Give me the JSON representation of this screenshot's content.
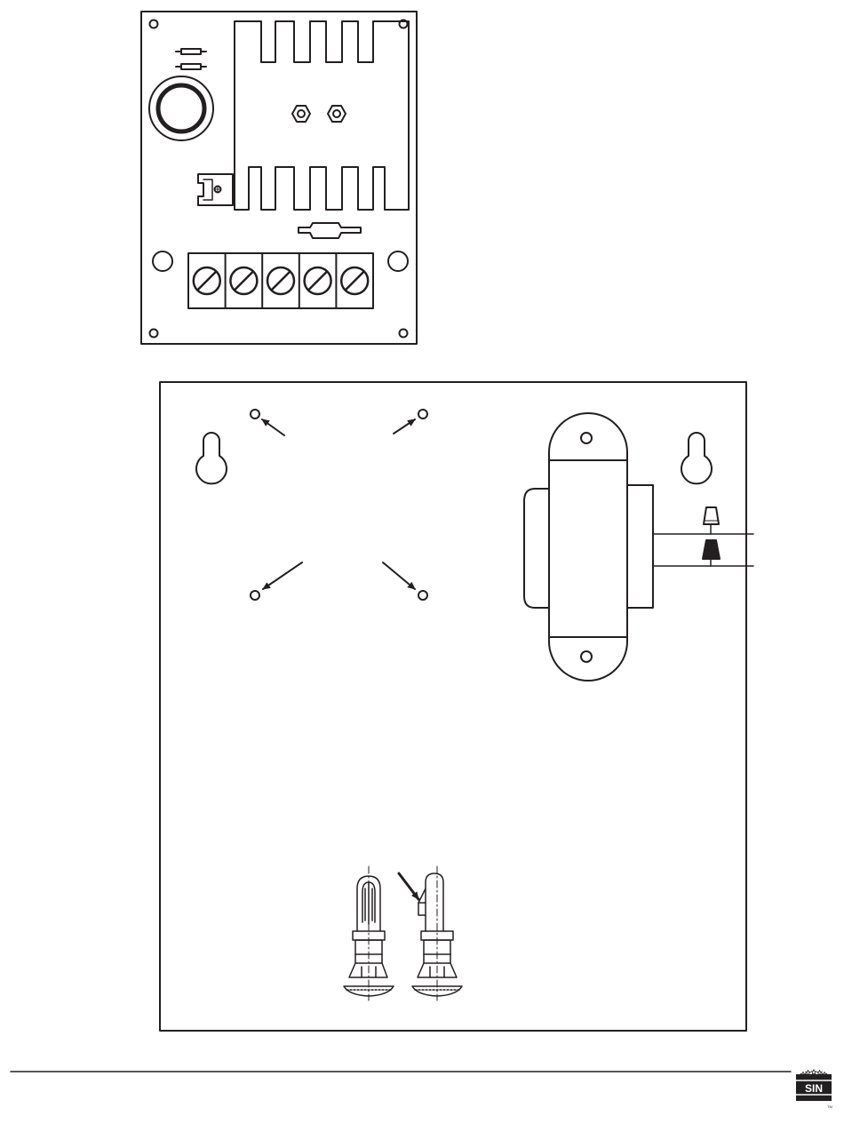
{
  "logo": {
    "name": "gold-star-logo",
    "monogram": "SIN",
    "trademark": "TM"
  },
  "colors": {
    "ink": "#231f20",
    "paper": "#ffffff"
  },
  "board": {
    "terminal_count": 5,
    "heatsink_fin_count": 5
  },
  "enclosure": {
    "mounting_hole_count": 4,
    "keyhole_count": 2
  }
}
